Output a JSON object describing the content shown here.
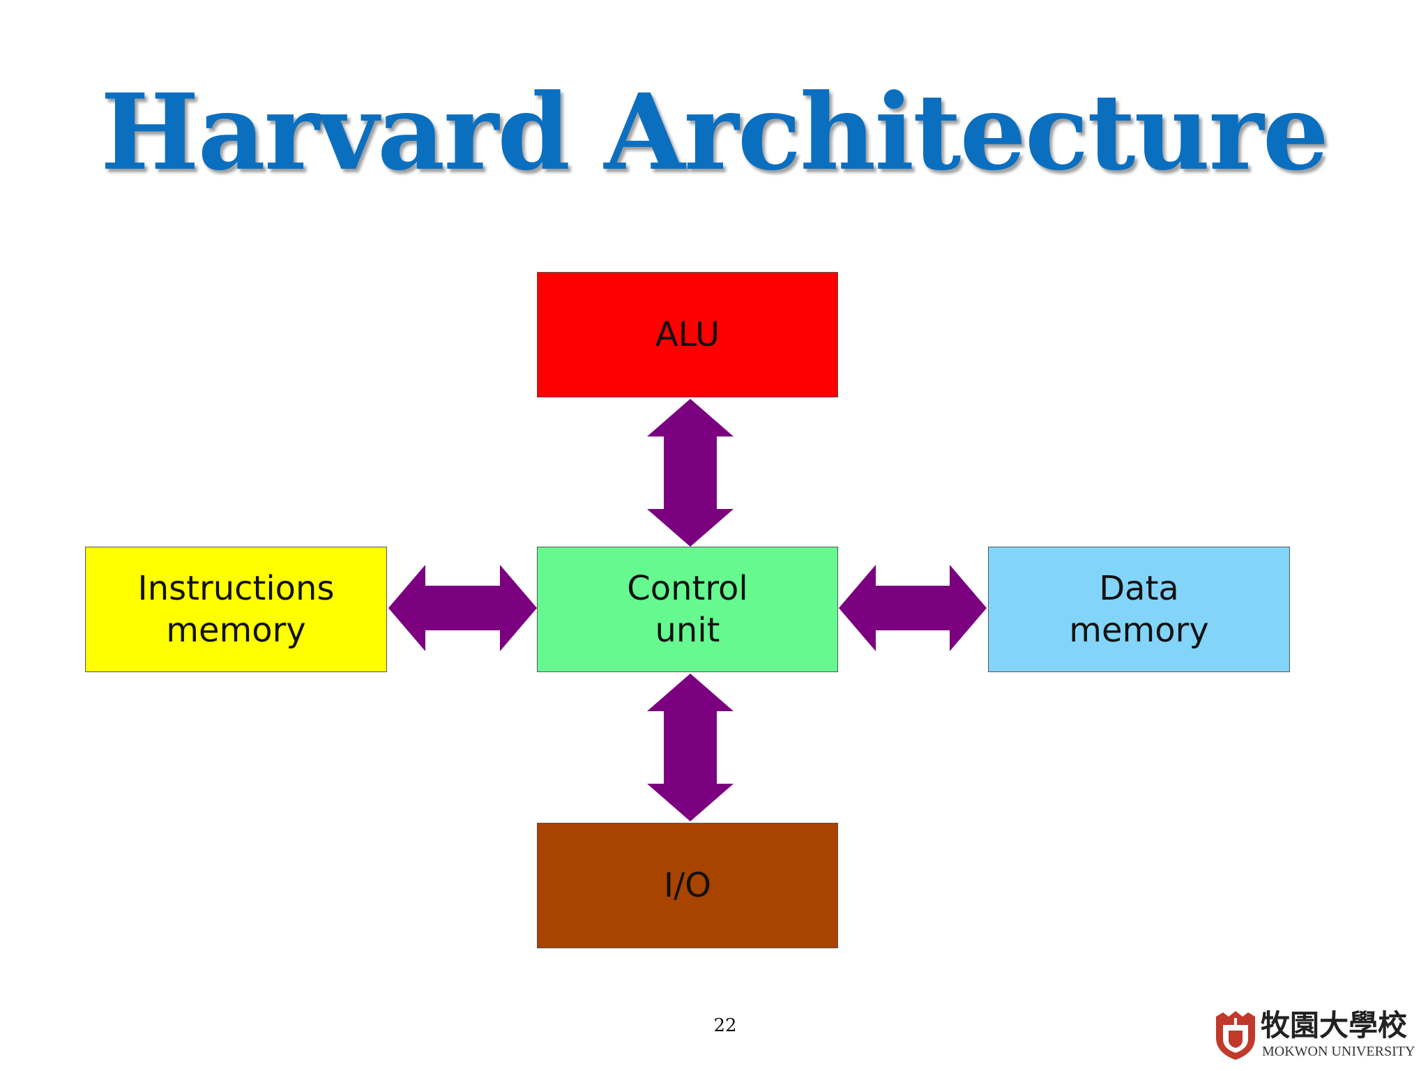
{
  "slide": {
    "title": "Harvard Architecture",
    "page_number": "22"
  },
  "diagram": {
    "nodes": {
      "alu": {
        "label": "ALU",
        "color": "#ff0000"
      },
      "instructions_memory": {
        "label": "Instructions\nmemory",
        "color": "#ffff00"
      },
      "control_unit": {
        "label": "Control\nunit",
        "color": "#66f98f"
      },
      "data_memory": {
        "label": "Data\nmemory",
        "color": "#82d4f8"
      },
      "io": {
        "label": "I/O",
        "color": "#a84300"
      }
    },
    "connections": [
      {
        "from": "control_unit",
        "to": "alu",
        "direction": "bidirectional"
      },
      {
        "from": "control_unit",
        "to": "instructions_memory",
        "direction": "bidirectional"
      },
      {
        "from": "control_unit",
        "to": "data_memory",
        "direction": "bidirectional"
      },
      {
        "from": "control_unit",
        "to": "io",
        "direction": "bidirectional"
      }
    ],
    "arrow_color": "#7b0080",
    "title_color": "#0b6fc0"
  },
  "logo": {
    "name_cjk": "牧園大學校",
    "name_en": "MOKWON UNIVERSITY",
    "icon": "university-emblem-icon",
    "color": "#c0392b"
  }
}
